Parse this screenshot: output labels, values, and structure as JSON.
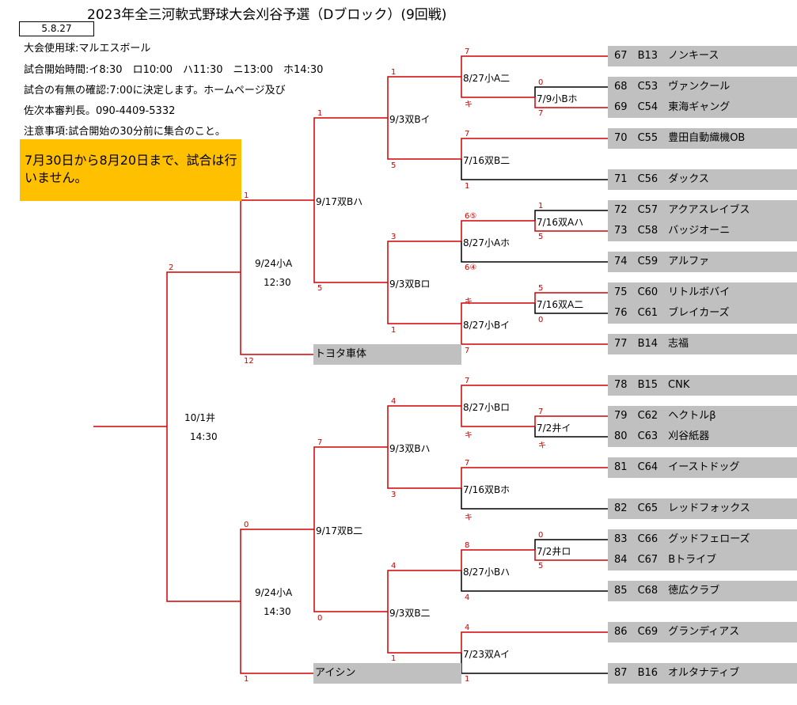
{
  "title": "2023年全三河軟式野球大会刈谷予選（Dブロック）(9回戦)",
  "date": "5.8.27",
  "info": [
    "大会使用球:マルエスボール",
    "試合開始時間:イ8:30　ロ10:00　ハ11:30　ニ13:00　ホ14:30",
    "試合の有無の確認:7:00に決定します。ホームページ及び",
    "佐次本審判長。090-4409-5332",
    "注意事項:試合開始の30分前に集合のこと。"
  ],
  "notice": "7月30日から8月20日まで、試合は行いません。",
  "teams": [
    {
      "no": "67",
      "code": "B13",
      "name": "ノンキース"
    },
    {
      "no": "68",
      "code": "C53",
      "name": "ヴァンクール"
    },
    {
      "no": "69",
      "code": "C54",
      "name": "東海ギャング"
    },
    {
      "no": "70",
      "code": "C55",
      "name": "豊田自動織機OB"
    },
    {
      "no": "71",
      "code": "C56",
      "name": "ダックス"
    },
    {
      "no": "72",
      "code": "C57",
      "name": "アクアスレイブス"
    },
    {
      "no": "73",
      "code": "C58",
      "name": "バッジオーニ"
    },
    {
      "no": "74",
      "code": "C59",
      "name": "アルファ"
    },
    {
      "no": "75",
      "code": "C60",
      "name": "リトルボバイ"
    },
    {
      "no": "76",
      "code": "C61",
      "name": "ブレイカーズ"
    },
    {
      "no": "77",
      "code": "B14",
      "name": "志福"
    },
    {
      "no": "78",
      "code": "B15",
      "name": "CNK"
    },
    {
      "no": "79",
      "code": "C62",
      "name": "ヘクトルβ"
    },
    {
      "no": "80",
      "code": "C63",
      "name": "刈谷紙器"
    },
    {
      "no": "81",
      "code": "C64",
      "name": "イーストドッグ"
    },
    {
      "no": "82",
      "code": "C65",
      "name": "レッドフォックス"
    },
    {
      "no": "83",
      "code": "C66",
      "name": "グッドフェローズ"
    },
    {
      "no": "84",
      "code": "C67",
      "name": "Bトライブ"
    },
    {
      "no": "85",
      "code": "C68",
      "name": "徳広クラブ"
    },
    {
      "no": "86",
      "code": "C69",
      "name": "グランディアス"
    },
    {
      "no": "87",
      "code": "B16",
      "name": "オルタナティブ"
    }
  ],
  "seeds": [
    "トヨタ車体",
    "アイシン"
  ],
  "matches": [
    "8/27小A二",
    "7/9小Bホ",
    "7/16双B二",
    "9/3双Bイ",
    "7/16双Aハ",
    "8/27小Aホ",
    "7/16双A二",
    "8/27小Bイ",
    "9/3双Bロ",
    "9/17双Bハ",
    "9/24小A",
    "12:30",
    "8/27小Bロ",
    "7/2井イ",
    "7/16双Bホ",
    "9/3双Bハ",
    "7/2井ロ",
    "8/27小Bハ",
    "7/23双Aイ",
    "9/3双B二",
    "9/17双B二",
    "9/24小A",
    "14:30",
    "10/1井",
    "14:30"
  ],
  "scores": [
    "7",
    "キ",
    "0",
    "7",
    "7",
    "1",
    "1",
    "5",
    "1",
    "5",
    "6⑤",
    "6④",
    "3",
    "1",
    "キ",
    "7",
    "5",
    "0",
    "5",
    "1",
    "1",
    "12",
    "2",
    "7",
    "キ",
    "7",
    "キ",
    "7",
    "キ",
    "4",
    "3",
    "8",
    "4",
    "0",
    "5",
    "4",
    "1",
    "4",
    "1",
    "7",
    "0",
    "0",
    "1"
  ]
}
